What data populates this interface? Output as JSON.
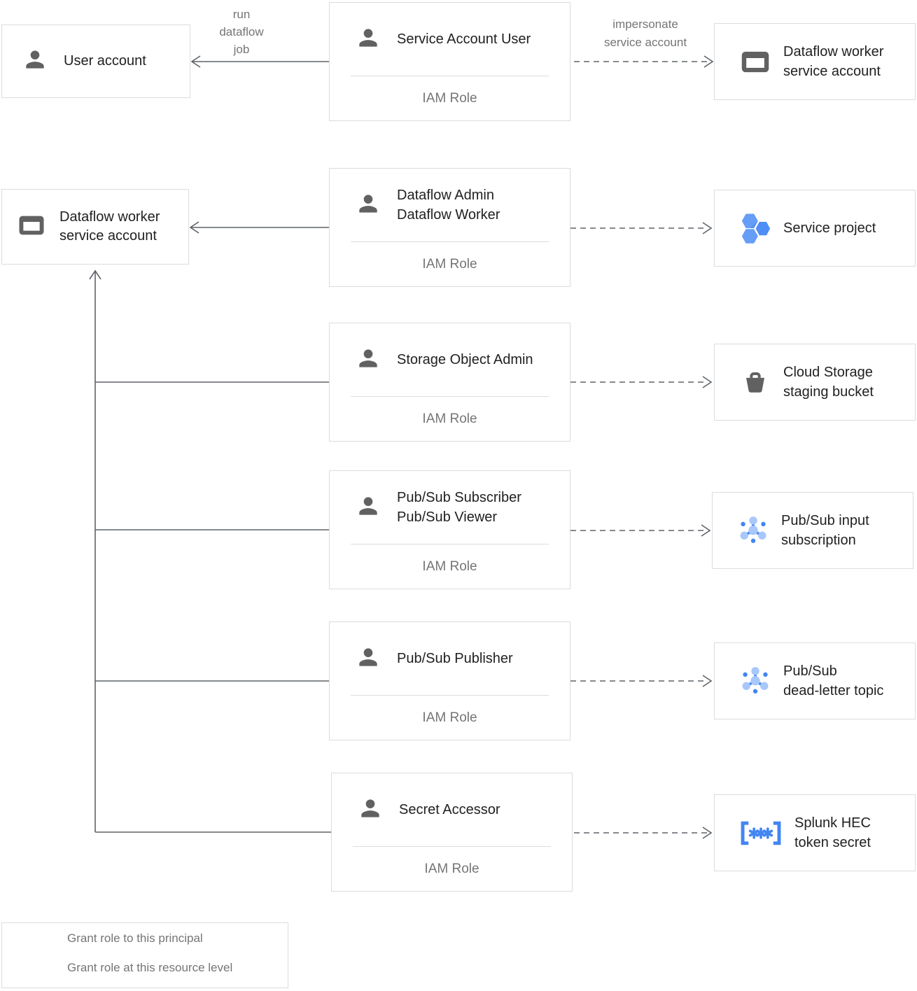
{
  "colors": {
    "accent_blue": "#4285F4",
    "light_blue": "#A8C7FA",
    "hexagon_blue": "#669DF6",
    "icon_gray": "#616161",
    "line_gray": "#5F6368",
    "border_gray": "#DADCE0",
    "title_text": "#212121",
    "muted_text": "#757575"
  },
  "principals": {
    "user_account": {
      "label": "User account"
    },
    "dataflow_worker_sa_right": {
      "line1": "Dataflow worker",
      "line2": "service account"
    },
    "dataflow_worker_sa_left": {
      "line1": "Dataflow worker",
      "line2": "service account"
    }
  },
  "roles": {
    "service_account_user": {
      "line1": "Service Account User",
      "subtitle": "IAM Role"
    },
    "dataflow_admin_worker": {
      "line1": "Dataflow Admin",
      "line2": "Dataflow Worker",
      "subtitle": "IAM Role"
    },
    "storage_object_admin": {
      "line1": "Storage Object Admin",
      "subtitle": "IAM Role"
    },
    "pubsub_subscriber_viewer": {
      "line1": "Pub/Sub Subscriber",
      "line2": "Pub/Sub Viewer",
      "subtitle": "IAM Role"
    },
    "pubsub_publisher": {
      "line1": "Pub/Sub Publisher",
      "subtitle": "IAM Role"
    },
    "secret_accessor": {
      "line1": "Secret Accessor",
      "subtitle": "IAM Role"
    }
  },
  "resources": {
    "service_project": {
      "line1": "Service project"
    },
    "cloud_storage_bucket": {
      "line1": "Cloud Storage",
      "line2": "staging bucket"
    },
    "pubsub_input_subscription": {
      "line1": "Pub/Sub input",
      "line2": "subscription"
    },
    "pubsub_deadletter_topic": {
      "line1": "Pub/Sub",
      "line2": "dead-letter topic"
    },
    "splunk_hec_secret": {
      "line1": "Splunk HEC",
      "line2": "token secret"
    }
  },
  "edges": {
    "run_dataflow_job": {
      "line1": "run",
      "line2": "dataflow",
      "line3": "job"
    },
    "impersonate": {
      "line1": "impersonate",
      "line2": "service account"
    }
  },
  "legend": {
    "solid_label": "Grant role to this principal",
    "dashed_label": "Grant role at this resource level"
  }
}
